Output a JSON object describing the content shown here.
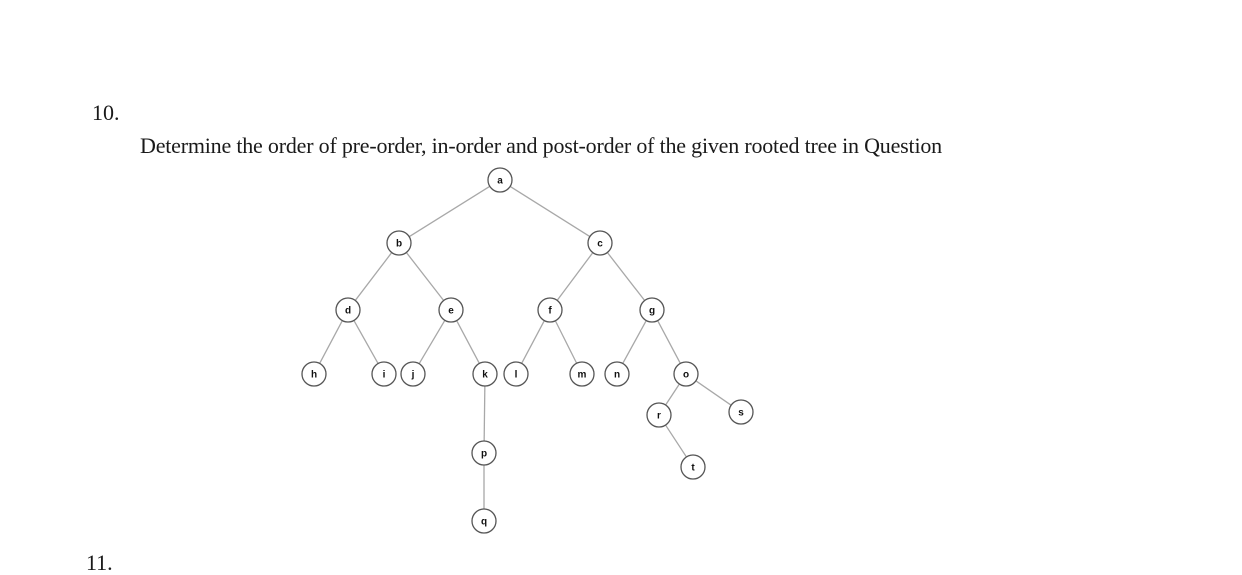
{
  "question": {
    "number": "10.",
    "text": "Determine the order of pre-order, in-order and post-order of the given rooted tree in Question",
    "next_number": "11."
  },
  "tree": {
    "nodes": [
      {
        "id": "a",
        "label": "a"
      },
      {
        "id": "b",
        "label": "b"
      },
      {
        "id": "c",
        "label": "c"
      },
      {
        "id": "d",
        "label": "d"
      },
      {
        "id": "e",
        "label": "e"
      },
      {
        "id": "f",
        "label": "f"
      },
      {
        "id": "g",
        "label": "g"
      },
      {
        "id": "h",
        "label": "h"
      },
      {
        "id": "i",
        "label": "i"
      },
      {
        "id": "j",
        "label": "j"
      },
      {
        "id": "k",
        "label": "k"
      },
      {
        "id": "l",
        "label": "l"
      },
      {
        "id": "m",
        "label": "m"
      },
      {
        "id": "n",
        "label": "n"
      },
      {
        "id": "o",
        "label": "o"
      },
      {
        "id": "p",
        "label": "p"
      },
      {
        "id": "q",
        "label": "q"
      },
      {
        "id": "r",
        "label": "r"
      },
      {
        "id": "s",
        "label": "s"
      },
      {
        "id": "t",
        "label": "t"
      }
    ],
    "edges": [
      [
        "a",
        "b"
      ],
      [
        "a",
        "c"
      ],
      [
        "b",
        "d"
      ],
      [
        "b",
        "e"
      ],
      [
        "c",
        "f"
      ],
      [
        "c",
        "g"
      ],
      [
        "d",
        "h"
      ],
      [
        "d",
        "i"
      ],
      [
        "e",
        "j"
      ],
      [
        "e",
        "k"
      ],
      [
        "f",
        "l"
      ],
      [
        "f",
        "m"
      ],
      [
        "g",
        "n"
      ],
      [
        "g",
        "o"
      ],
      [
        "k",
        "p"
      ],
      [
        "p",
        "q"
      ],
      [
        "o",
        "r"
      ],
      [
        "o",
        "s"
      ],
      [
        "r",
        "t"
      ]
    ]
  }
}
